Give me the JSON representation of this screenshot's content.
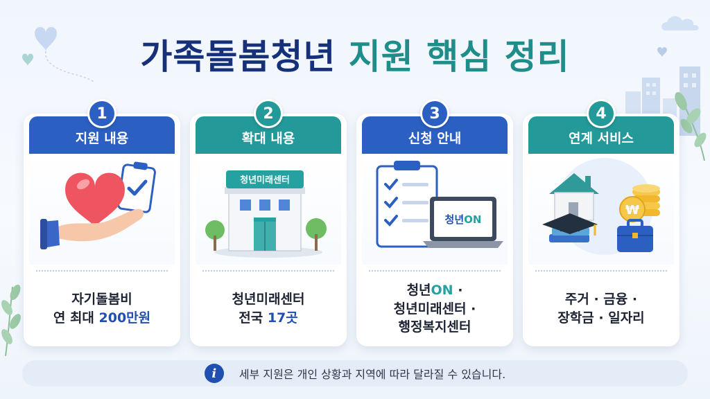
{
  "title": {
    "main": "가족돌봄청년",
    "accent": "지원 핵심 정리"
  },
  "cards": [
    {
      "number": "1",
      "header": "지원 내용",
      "theme": "blue",
      "lines": [
        {
          "parts": [
            "자기돌봄비"
          ]
        },
        {
          "parts": [
            "연 최대 ",
            "200만원"
          ]
        }
      ]
    },
    {
      "number": "2",
      "header": "확대 내용",
      "theme": "teal",
      "sign": "청년미래센터",
      "lines": [
        {
          "parts": [
            "청년미래센터"
          ]
        },
        {
          "parts": [
            "전국 ",
            "17곳"
          ]
        }
      ]
    },
    {
      "number": "3",
      "header": "신청 안내",
      "theme": "blue",
      "laptop_brand": {
        "text": "청년",
        "on": "ON"
      },
      "lines": [
        {
          "brand": "청년",
          "on": "ON",
          "suffix": " ·"
        },
        {
          "parts": [
            "청년미래센터 ·"
          ]
        },
        {
          "parts": [
            "행정복지센터"
          ]
        }
      ]
    },
    {
      "number": "4",
      "header": "연계 서비스",
      "theme": "teal",
      "coin_symbol": "₩",
      "lines": [
        {
          "parts": [
            "주거 · 금융 ·"
          ]
        },
        {
          "parts": [
            "장학금 · 일자리"
          ]
        }
      ]
    }
  ],
  "notice": {
    "icon": "i",
    "text": "세부 지원은 개인 상황과 지역에 따라 달라질 수 있습니다."
  },
  "colors": {
    "navy": "#16307a",
    "teal": "#1f8d8a",
    "blue": "#2b5fc1",
    "teal_header": "#24999a",
    "highlight": "#1f4fb0"
  }
}
